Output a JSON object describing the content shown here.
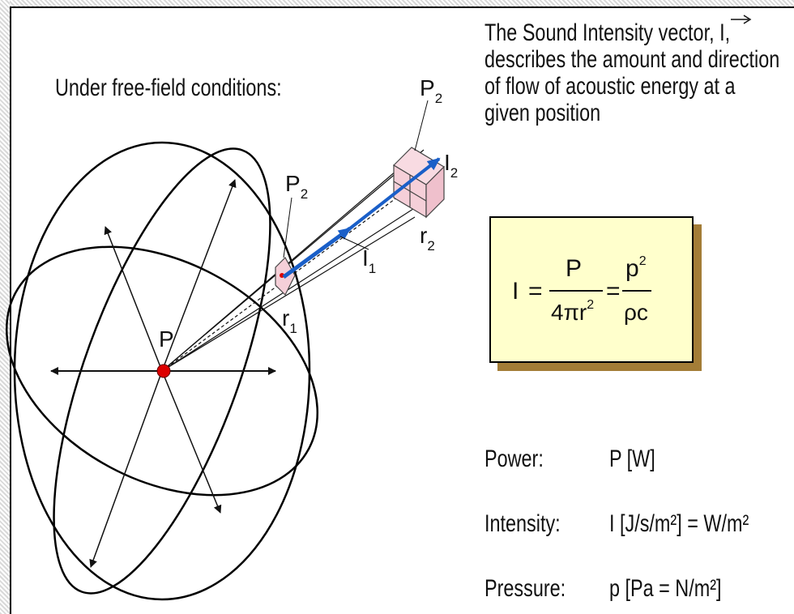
{
  "condition_label": "Under free-field conditions:",
  "description": "The Sound Intensity vector, I,\ndescribes the amount and direction\nof flow of acoustic energy at a\ngiven position",
  "diagram_labels": {
    "source": "P",
    "p_near": "P",
    "p_near_sub": "2",
    "p_far": "P",
    "p_far_sub": "2",
    "i_near": "I",
    "i_near_sub": "1",
    "i_far": "I",
    "i_far_sub": "2",
    "r_near": "r",
    "r_near_sub": "1",
    "r_far": "r",
    "r_far_sub": "2"
  },
  "formula": {
    "lhs": "I",
    "eq1": "=",
    "num1": "P",
    "den1": "4πr",
    "den1_exp": "2",
    "eq2": "=",
    "num2": "p",
    "num2_exp": "2",
    "den2": "ρc"
  },
  "definitions": [
    {
      "label": "Power:",
      "value": "P  [W]"
    },
    {
      "label": "Intensity:",
      "value": "I [J/s/m²] = W/m²"
    },
    {
      "label": "Pressure:",
      "value": "p [Pa = N/m²]"
    }
  ],
  "colors": {
    "source_dot": "#dd0000",
    "vector_arrow": "#1a5fc8",
    "box_fill": "#ffffcc",
    "box_shadow": "#a37d37",
    "patch_fill": "#f5cfd8"
  }
}
